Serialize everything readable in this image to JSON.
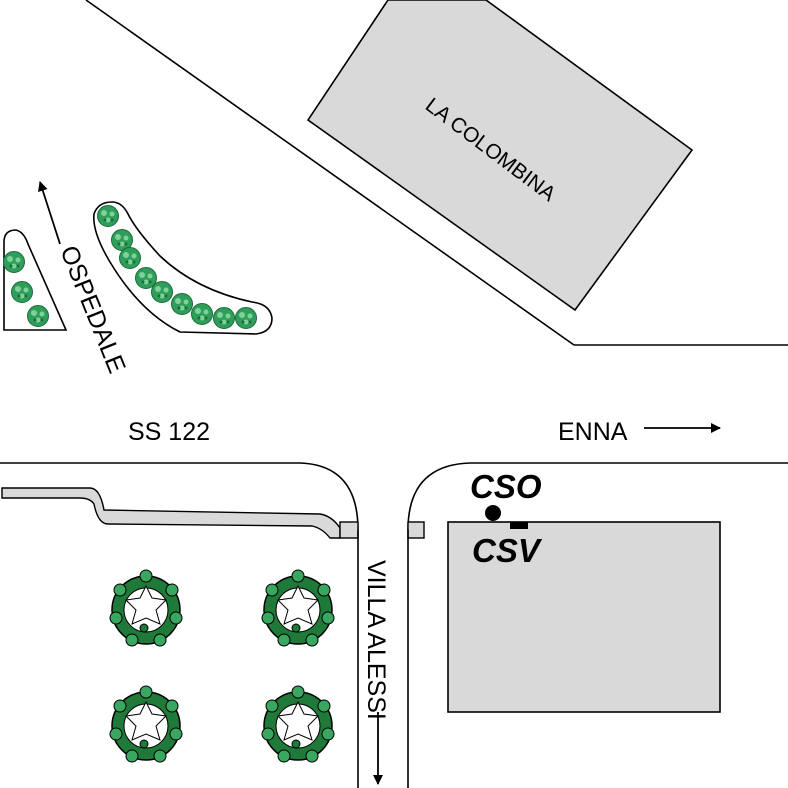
{
  "labels": {
    "building": "LA COLOMBINA",
    "hospital": "OSPEDALE",
    "highway": "SS 122",
    "city": "ENNA",
    "side_road": "VILLA ALESSI",
    "cso": "CSO",
    "csv": "CSV"
  },
  "icons": {
    "arrow_hospital": "arrow-up-left-icon",
    "arrow_city": "arrow-right-icon",
    "arrow_side_road": "arrow-down-icon",
    "shrub": "shrub-icon",
    "tree": "tree-icon",
    "station_point": "filled-circle-icon",
    "station_marker": "filled-rectangle-icon"
  },
  "colors": {
    "building_fill": "#d9d9d9",
    "shrub_green": "#2f9e5a",
    "tree_green": "#1f7a3a",
    "line": "#000000"
  }
}
